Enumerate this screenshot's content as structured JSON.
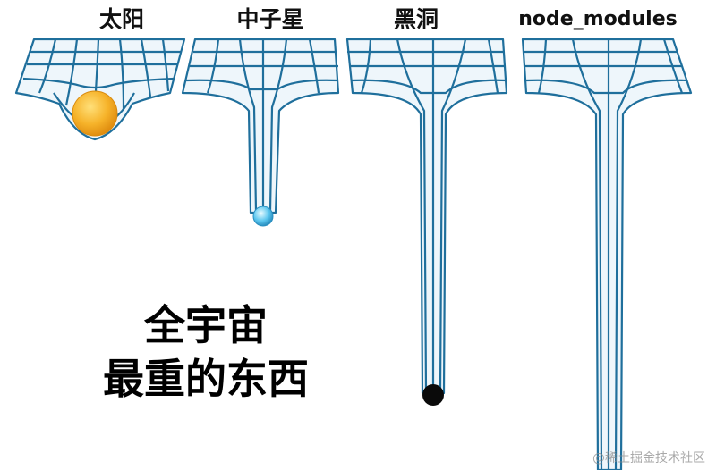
{
  "labels": {
    "sun": "太阳",
    "neutron_star": "中子星",
    "black_hole": "黑洞",
    "node_modules": "node_modules"
  },
  "caption": {
    "line1": "全宇宙",
    "line2": "最重的东西"
  },
  "watermark": "@稀土掘金技术社区",
  "colors": {
    "grid_line": "#1f6f9c",
    "grid_fill": "#eef6fb",
    "sun_fill": "#f6b32a",
    "neutron_fill": "#5cc7ef",
    "black_hole_fill": "#0a0a0a"
  }
}
